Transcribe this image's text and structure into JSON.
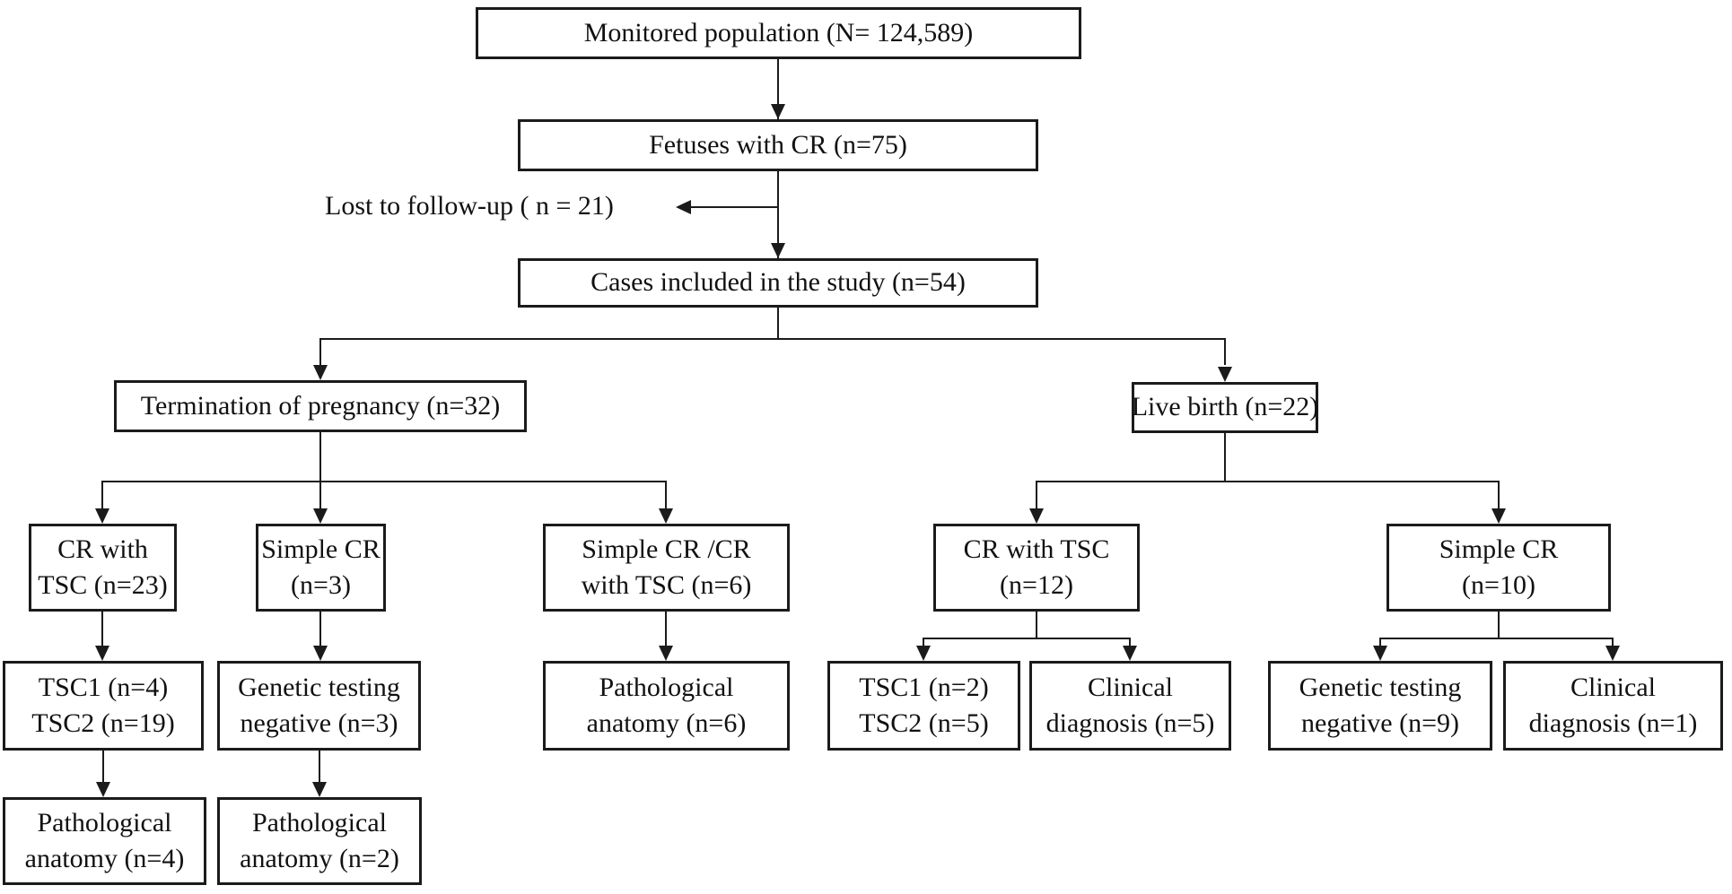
{
  "diagram": {
    "type": "flowchart",
    "background_color": "#ffffff",
    "line_color": "#1b1b1b",
    "text_color": "#111111",
    "nodes": {
      "monitored": {
        "label": "Monitored population (N= 124,589)"
      },
      "fetuses": {
        "label": "Fetuses with CR (n=75)"
      },
      "lost": {
        "label": "Lost to follow-up ( n = 21)"
      },
      "cases": {
        "label": "Cases included in the study (n=54)"
      },
      "termination": {
        "label": "Termination of pregnancy (n=32)"
      },
      "livebirth": {
        "label": "Live birth (n=22)"
      },
      "cr_tsc_23": {
        "line1": "CR with",
        "line2": "TSC (n=23)"
      },
      "simple_cr_3": {
        "line1": "Simple CR",
        "line2": "(n=3)"
      },
      "simple_cr_cr_tsc_6": {
        "line1": "Simple CR /CR",
        "line2": "with TSC (n=6)"
      },
      "cr_tsc_12": {
        "line1": "CR with TSC",
        "line2": "(n=12)"
      },
      "simple_cr_10": {
        "line1": "Simple CR",
        "line2": "(n=10)"
      },
      "tsc1_4_tsc2_19": {
        "line1": "TSC1 (n=4)",
        "line2": "TSC2 (n=19)"
      },
      "genetic_neg_3": {
        "line1": "Genetic testing",
        "line2": "negative (n=3)"
      },
      "path_anatomy_6": {
        "line1": "Pathological",
        "line2": "anatomy (n=6)"
      },
      "tsc1_2_tsc2_5": {
        "line1": "TSC1 (n=2)",
        "line2": "TSC2 (n=5)"
      },
      "clinical_5": {
        "line1": "Clinical",
        "line2": "diagnosis (n=5)"
      },
      "genetic_neg_9": {
        "line1": "Genetic testing",
        "line2": "negative (n=9)"
      },
      "clinical_1": {
        "line1": "Clinical",
        "line2": "diagnosis (n=1)"
      },
      "path_anatomy_4": {
        "line1": "Pathological",
        "line2": "anatomy (n=4)"
      },
      "path_anatomy_2": {
        "line1": "Pathological",
        "line2": "anatomy (n=2)"
      }
    }
  }
}
